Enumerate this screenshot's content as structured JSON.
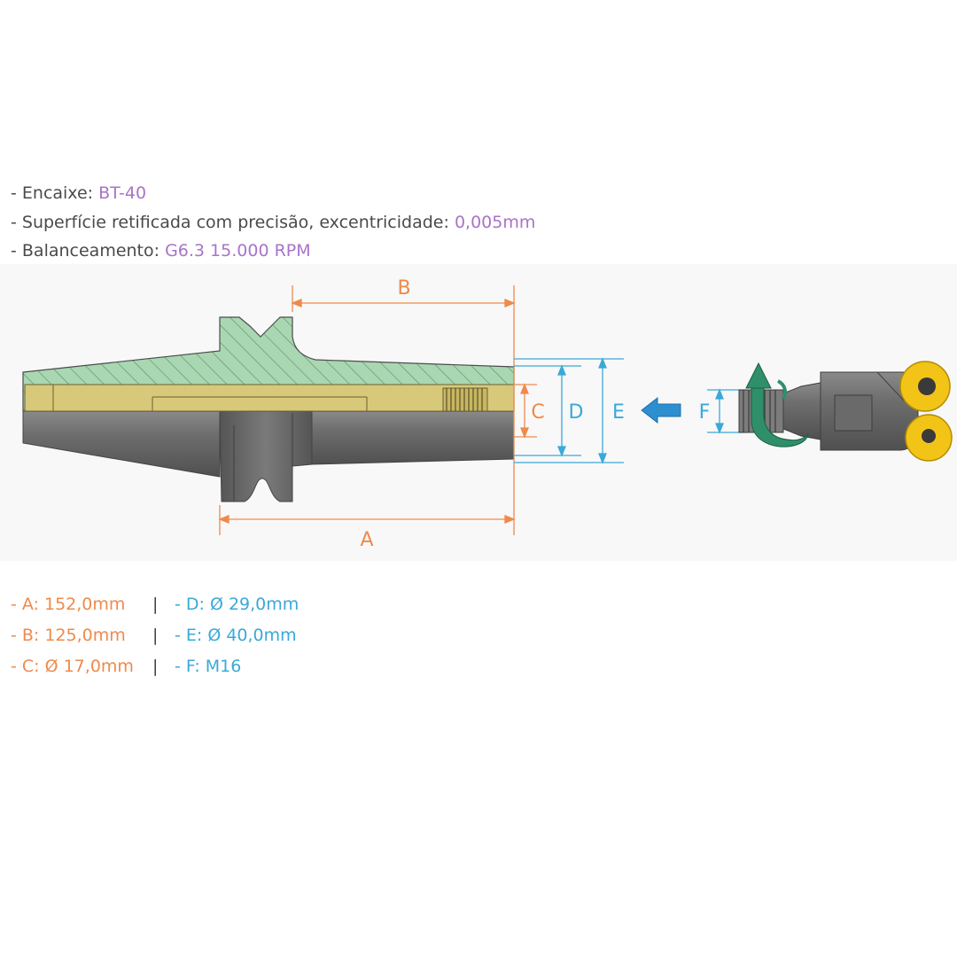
{
  "specs": [
    {
      "label": "- Encaixe: ",
      "value": "BT-40"
    },
    {
      "label": "- Superfície retificada com precisão, excentricidade: ",
      "value": "0,005mm"
    },
    {
      "label": "- Balanceamento: ",
      "value": "G6.3 15.000 RPM"
    }
  ],
  "diagram_labels": {
    "A": "A",
    "B": "B",
    "C": "C",
    "D": "D",
    "E": "E",
    "F": "F"
  },
  "dimensions": [
    {
      "left": "- A: 152,0mm",
      "sep": "|",
      "right": "- D: Ø 29,0mm"
    },
    {
      "left": "- B: 125,0mm",
      "sep": "|",
      "right": "- E: Ø 40,0mm"
    },
    {
      "left": "- C: Ø 17,0mm",
      "sep": "|",
      "right": "- F: M16"
    }
  ],
  "colors": {
    "orange": "#ee8a4c",
    "blue": "#3aa9d8",
    "purple": "#a874c8",
    "section": "#a7d4b0",
    "brass": "#d9c87a",
    "steel": "#6b6b6b"
  },
  "icons": [
    "insertion-arrow-icon",
    "rotation-arrow-icon"
  ]
}
